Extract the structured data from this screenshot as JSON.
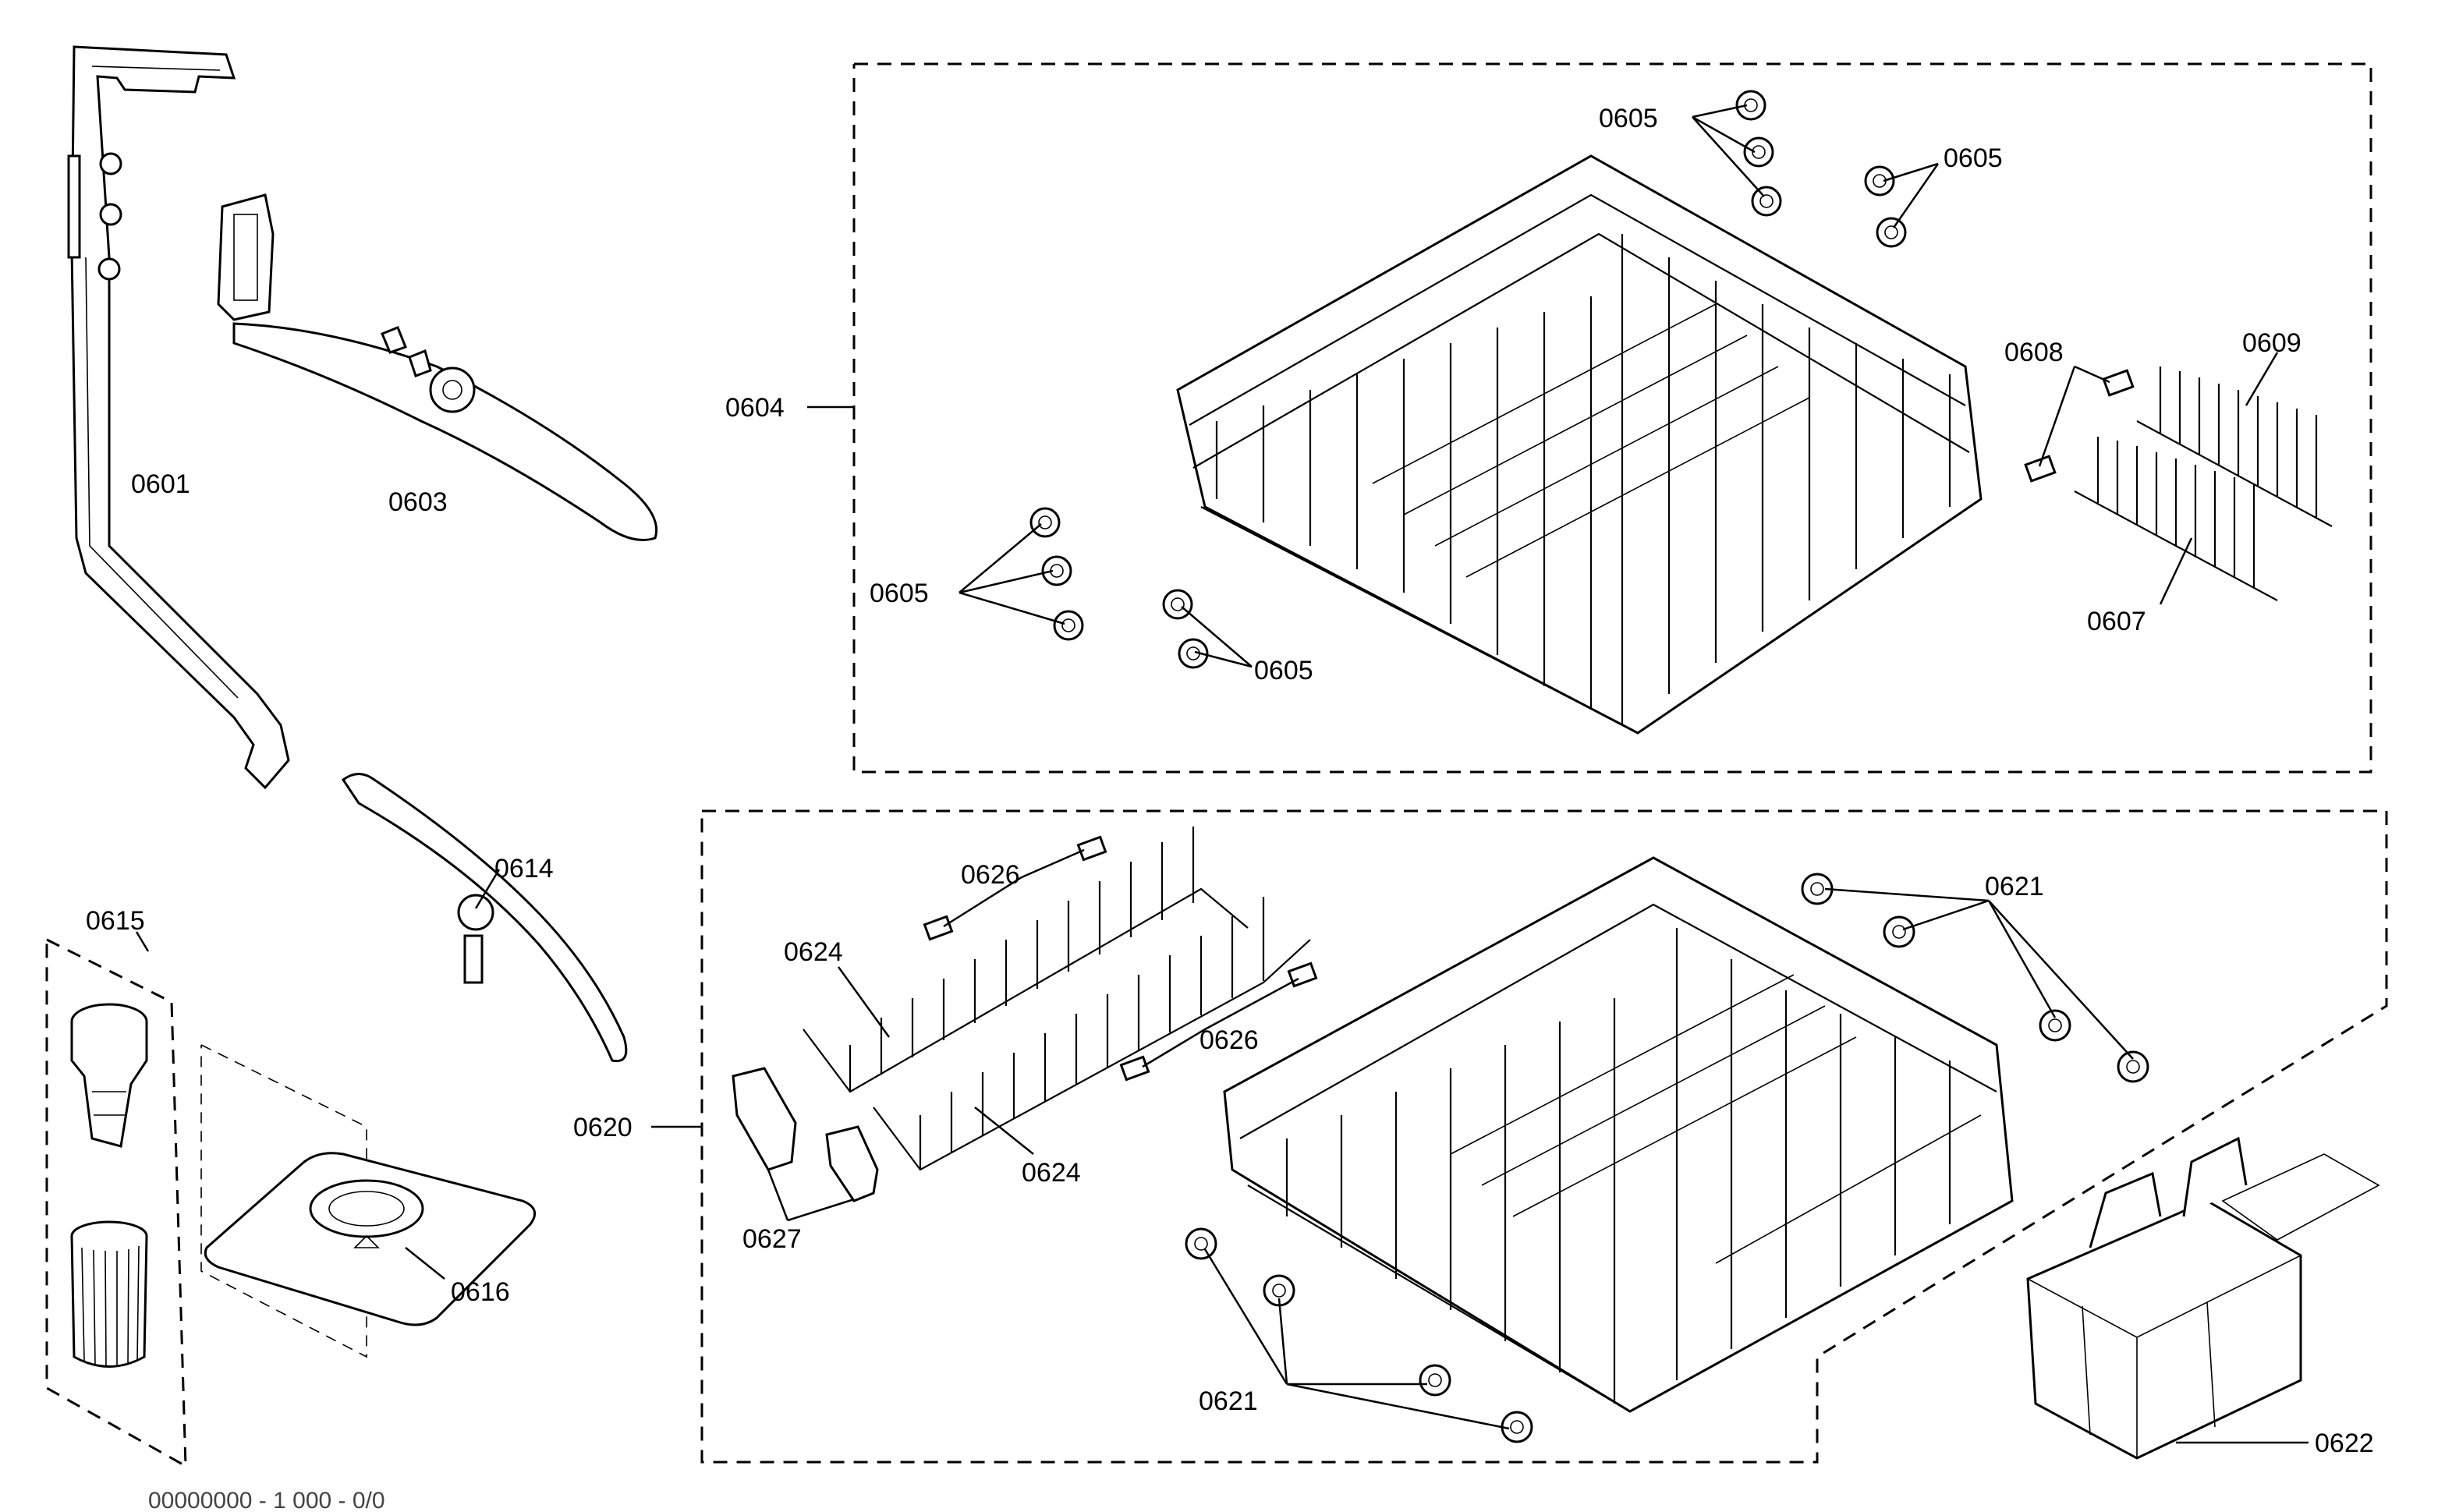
{
  "labels": {
    "p0601": "0601",
    "p0603": "0603",
    "p0604": "0604",
    "p0605": "0605",
    "p0607": "0607",
    "p0608": "0608",
    "p0609": "0609",
    "p0614": "0614",
    "p0615": "0615",
    "p0616": "0616",
    "p0620": "0620",
    "p0621": "0621",
    "p0622": "0622",
    "p0624": "0624",
    "p0626": "0626",
    "p0627": "0627"
  },
  "footer": "00000000 - 1 000 - 0/0"
}
